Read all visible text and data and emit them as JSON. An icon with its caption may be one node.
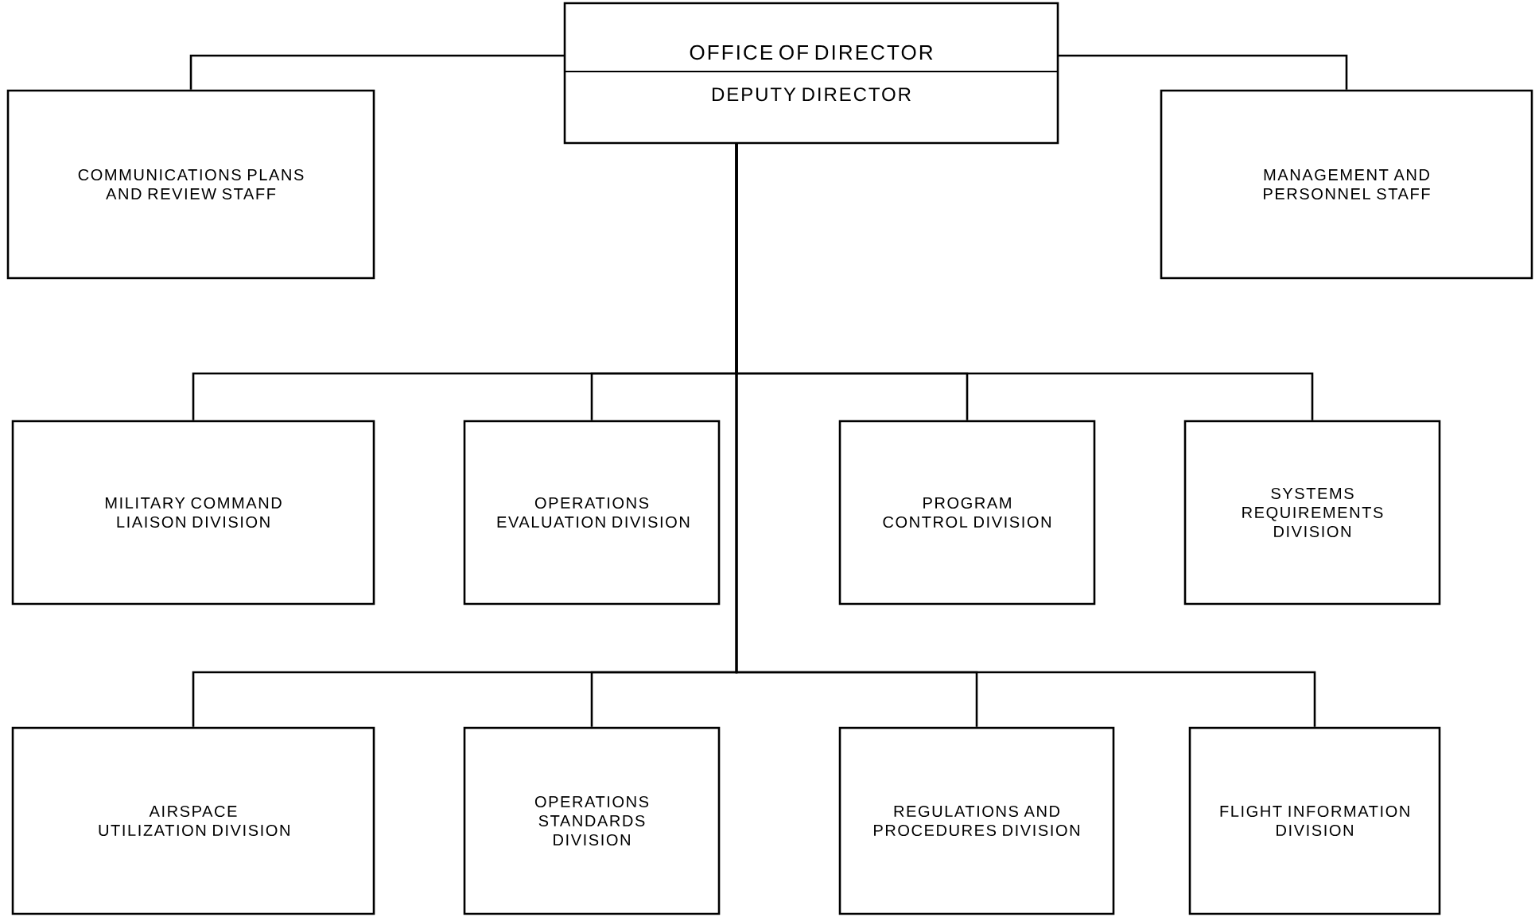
{
  "diagram": {
    "nodes": [
      {
        "text": [
          "OFFICE OF DIRECTOR",
          "DEPUTY DIRECTOR"
        ]
      },
      {
        "text": [
          "COMMUNICATIONS PLANS AND REVIEW STAFF"
        ]
      },
      {
        "text": [
          "MANAGEMENT AND PERSONNEL STAFF"
        ]
      },
      {
        "text": [
          "MILITARY COMMAND LIAISON DIVISION"
        ]
      },
      {
        "text": [
          "OPERATIONS EVALUATION DIVISION"
        ]
      },
      {
        "text": [
          "PROGRAM CONTROL DIVISION"
        ]
      },
      {
        "text": [
          "SYSTEMS REQUIREMENTS DIVISION"
        ]
      },
      {
        "text": [
          "AIRSPACE UTILIZATION DIVISION"
        ]
      },
      {
        "text": [
          "OPERATIONS STANDARDS DIVISION"
        ]
      },
      {
        "text": [
          "REGULATIONS AND PROCEDURES DIVISION"
        ]
      },
      {
        "text": [
          "FLIGHT INFORMATION DIVISION"
        ]
      }
    ],
    "edges": [
      {
        "from": 0,
        "to": 1,
        "arrow": "none"
      },
      {
        "from": 0,
        "to": 2,
        "arrow": "none"
      },
      {
        "from": 0,
        "to": 3,
        "arrow": "none"
      },
      {
        "from": 0,
        "to": 4,
        "arrow": "none"
      },
      {
        "from": 0,
        "to": 5,
        "arrow": "none"
      },
      {
        "from": 0,
        "to": 6,
        "arrow": "none"
      },
      {
        "from": 0,
        "to": 7,
        "arrow": "none"
      },
      {
        "from": 0,
        "to": 8,
        "arrow": "none"
      },
      {
        "from": 0,
        "to": 9,
        "arrow": "none"
      },
      {
        "from": 0,
        "to": 10,
        "arrow": "none"
      }
    ]
  }
}
